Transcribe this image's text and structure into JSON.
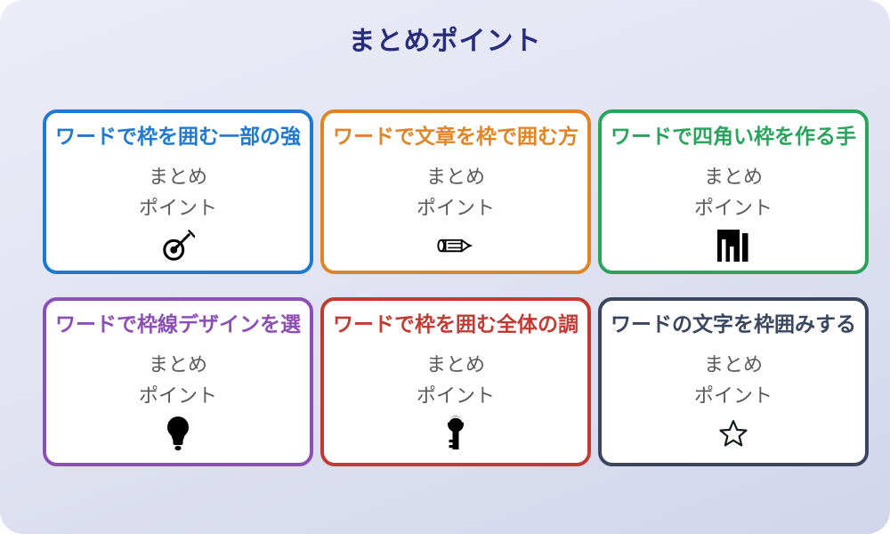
{
  "page": {
    "title": "まとめポイント"
  },
  "cards": [
    {
      "title": "ワードで枠を囲む一部の強",
      "subtitle_line1": "まとめ",
      "subtitle_line2": "ポイント",
      "icon": "target-icon",
      "accent": "#1d79d2"
    },
    {
      "title": "ワードで文章を枠で囲む方",
      "subtitle_line1": "まとめ",
      "subtitle_line2": "ポイント",
      "icon": "pencil-icon",
      "accent": "#e08428"
    },
    {
      "title": "ワードで四角い枠を作る手",
      "subtitle_line1": "まとめ",
      "subtitle_line2": "ポイント",
      "icon": "bar-chart-icon",
      "accent": "#2aa45d"
    },
    {
      "title": "ワードで枠線デザインを選",
      "subtitle_line1": "まとめ",
      "subtitle_line2": "ポイント",
      "icon": "lightbulb-icon",
      "accent": "#8d4fb5"
    },
    {
      "title": "ワードで枠を囲む全体の調",
      "subtitle_line1": "まとめ",
      "subtitle_line2": "ポイント",
      "icon": "key-icon",
      "accent": "#c23b32"
    },
    {
      "title": "ワードの文字を枠囲みする",
      "subtitle_line1": "まとめ",
      "subtitle_line2": "ポイント",
      "icon": "star-icon",
      "accent": "#39465e"
    }
  ]
}
